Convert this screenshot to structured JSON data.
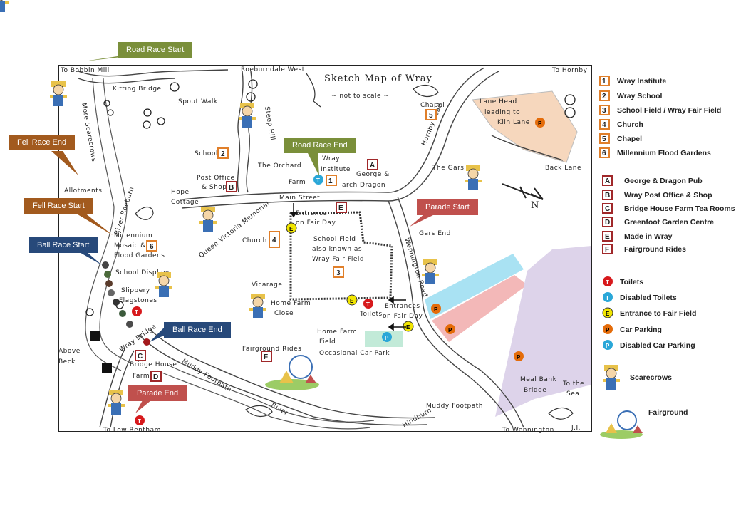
{
  "title": "Sketch Map of Wray",
  "subtitle": "~ not to scale ~",
  "callouts": [
    {
      "id": "road-race-start",
      "label": "Road Race Start",
      "color": "#7a8f3a"
    },
    {
      "id": "fell-race-end",
      "label": "Fell Race End",
      "color": "#a25a1e"
    },
    {
      "id": "fell-race-start",
      "label": "Fell Race Start",
      "color": "#a25a1e"
    },
    {
      "id": "ball-race-start",
      "label": "Ball Race Start",
      "color": "#27497a"
    },
    {
      "id": "road-race-end",
      "label": "Road Race End",
      "color": "#7a8f3a"
    },
    {
      "id": "parade-start",
      "label": "Parade Start",
      "color": "#c0504d"
    },
    {
      "id": "ball-race-end",
      "label": "Ball Race End",
      "color": "#27497a"
    },
    {
      "id": "parade-end",
      "label": "Parade End",
      "color": "#c0504d"
    }
  ],
  "places": {
    "to_bobbin_mill": "To Bobbin Mill",
    "kitting_bridge": "Kitting Bridge",
    "spout_walk": "Spout Walk",
    "roeburndale_west": "Roeburndale West",
    "steep_hill": "Steep Hill",
    "more_scarecrows": "More Scarecrows",
    "allotments": "Allotments",
    "river_roeburn": "River Roeburn",
    "school": "School",
    "post_office": "Post Office",
    "and_shop": "& Shop",
    "the_orchard": "The Orchard",
    "farm": "Farm",
    "wray": "Wray",
    "institute": "Institute",
    "george": "George &",
    "arch_dragon": "arch Dragon",
    "hope": "Hope",
    "cottage": "Cottage",
    "main_street": "Main Street",
    "entrance": "Entrance",
    "on_fair_day": "on Fair Day",
    "millennium": "Millennium",
    "mosaic": "Mosaic &",
    "flood_gardens": "Flood Gardens",
    "school_displays": "School Displays",
    "queen_victoria": "Queen Victoria Memorial",
    "church": "Church",
    "school_field": "School Field",
    "also_known": "also known as",
    "wray_fair_field": "Wray Fair Field",
    "slippery": "Slippery",
    "flagstones": "Flagstones",
    "vicarage": "Vicarage",
    "home_farm": "Home Farm",
    "close": "Close",
    "toilets": "Toilets",
    "entrances": "Entrances",
    "wray_bridge": "Wray Bridge",
    "home_farm_field_1": "Home Farm",
    "home_farm_field_2": "Field",
    "occasional_car_park": "Occasional Car Park",
    "above": "Above",
    "beck": "Beck",
    "bridge_house": "Bridge House",
    "farm2": "Farm",
    "muddy_footpath": "Muddy Footpath",
    "fairground_rides": "Fairground Rides",
    "river": "River",
    "muddy_footpath2": "Muddy Footpath",
    "hindburn": "Hindburn",
    "to_low_bentham": "To Low Bentham",
    "to_wennington": "To Wennington",
    "chapel": "Chapel",
    "hornby_road": "Hornby Road",
    "lane_head": "Lane Head",
    "leading_to": "leading to",
    "kiln_lane": "Kiln Lane",
    "to_hornby": "To Hornby",
    "back_lane": "Back Lane",
    "the_gars": "The Gars",
    "gars_end": "Gars End",
    "wennington_road": "Wennington Road",
    "meal_bank": "Meal Bank",
    "bridge": "Bridge",
    "to_the": "To the",
    "sea": "Sea",
    "n": "N",
    "initials": "J.I."
  },
  "legend": {
    "numbered": [
      {
        "key": "1",
        "label": "Wray Institute"
      },
      {
        "key": "2",
        "label": "Wray School"
      },
      {
        "key": "3",
        "label": "School Field / Wray Fair Field"
      },
      {
        "key": "4",
        "label": "Church"
      },
      {
        "key": "5",
        "label": "Chapel"
      },
      {
        "key": "6",
        "label": "Millennium Flood Gardens"
      }
    ],
    "lettered": [
      {
        "key": "A",
        "label": "George & Dragon Pub"
      },
      {
        "key": "B",
        "label": "Wray Post Office & Shop"
      },
      {
        "key": "C",
        "label": "Bridge House Farm Tea Rooms"
      },
      {
        "key": "D",
        "label": "Greenfoot Garden Centre"
      },
      {
        "key": "E",
        "label": "Made in Wray"
      },
      {
        "key": "F",
        "label": "Fairground Rides"
      }
    ],
    "symbols": [
      {
        "key": "T",
        "label": "Toilets",
        "color": "#d7191c"
      },
      {
        "key": "T",
        "label": "Disabled Toilets",
        "color": "#2aa7d8"
      },
      {
        "key": "E",
        "label": "Entrance to Fair Field",
        "color": "#f2e600"
      },
      {
        "key": "P",
        "label": "Car Parking",
        "color": "#e46c0a"
      },
      {
        "key": "P",
        "label": "Disabled Car Parking",
        "color": "#2aa7d8"
      }
    ],
    "scarecrows": "Scarecrows",
    "fairground": "Fairground"
  },
  "colors": {
    "number_box": "#e07f2a",
    "letter_box": "#a0282a",
    "kiln_lane_area": "#f6d7bd",
    "parking_blue": "#a9e2f3",
    "parking_pink": "#f3b8b8",
    "parking_purple": "#ddd3ea",
    "disabled_park": "#c2ead8"
  }
}
